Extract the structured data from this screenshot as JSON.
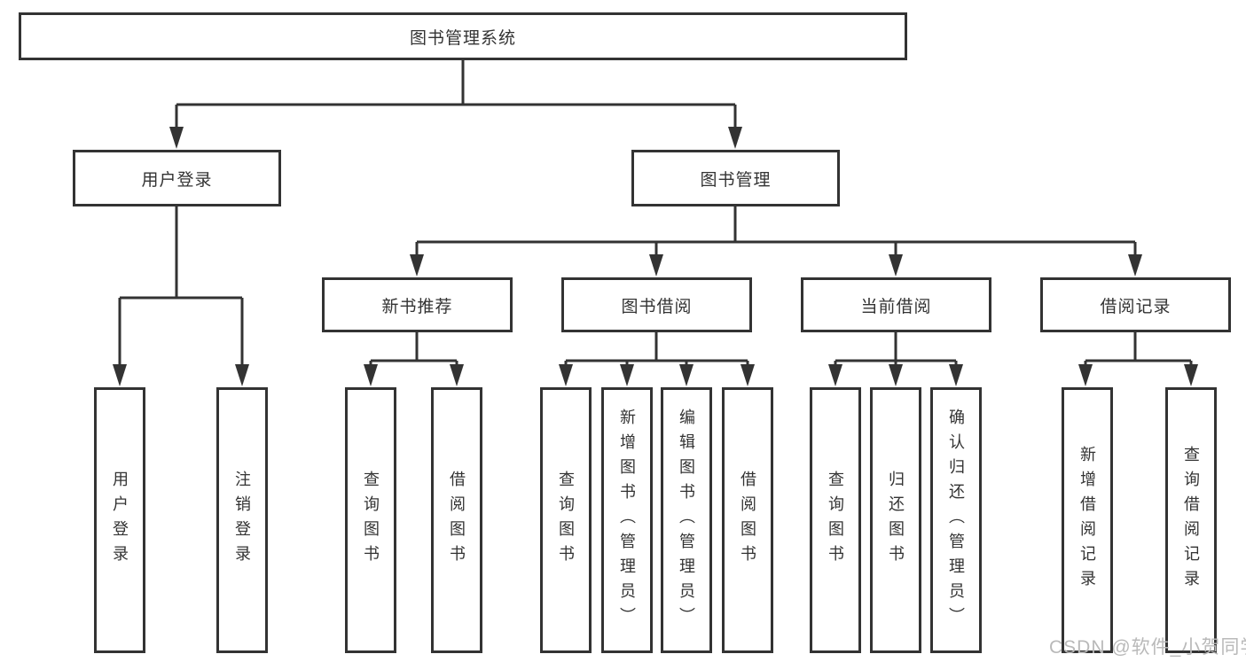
{
  "diagram_title": "图书管理系统",
  "tree": {
    "root": {
      "label": "图书管理系统",
      "children": [
        {
          "label": "用户登录",
          "children": [
            {
              "label": "用户登录"
            },
            {
              "label": "注销登录"
            }
          ]
        },
        {
          "label": "图书管理",
          "children": [
            {
              "label": "新书推荐",
              "children": [
                {
                  "label": "查询图书"
                },
                {
                  "label": "借阅图书"
                }
              ]
            },
            {
              "label": "图书借阅",
              "children": [
                {
                  "label": "查询图书"
                },
                {
                  "label": "新增图书（管理员）"
                },
                {
                  "label": "编辑图书（管理员）"
                },
                {
                  "label": "借阅图书"
                }
              ]
            },
            {
              "label": "当前借阅",
              "children": [
                {
                  "label": "查询图书"
                },
                {
                  "label": "归还图书"
                },
                {
                  "label": "确认归还（管理员）"
                }
              ]
            },
            {
              "label": "借阅记录",
              "children": [
                {
                  "label": "新增借阅记录"
                },
                {
                  "label": "查询借阅记录"
                }
              ]
            }
          ]
        }
      ]
    }
  },
  "watermark": {
    "text": "CSDN @软件_小贺同学"
  },
  "colors": {
    "line": "#333333",
    "box_border": "#333333",
    "box_background": "#ffffff",
    "text": "#333333",
    "watermark": "#b9b9b9",
    "page_background": "#ffffff"
  }
}
